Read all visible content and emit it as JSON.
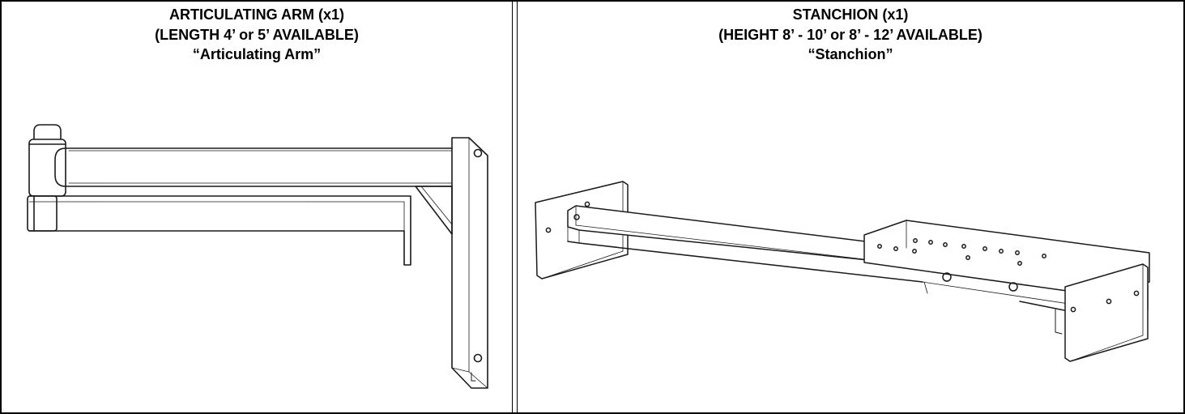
{
  "panels": [
    {
      "title": "ARTICULATING ARM (x1)",
      "subtitle": "(LENGTH 4’ or 5’ AVAILABLE)",
      "label": "“Articulating Arm”",
      "illustration_icon": "articulating-arm-drawing"
    },
    {
      "title": "STANCHION (x1)",
      "subtitle": "(HEIGHT 8’ - 10’ or 8’ - 12’ AVAILABLE)",
      "label": "“Stanchion”",
      "illustration_icon": "stanchion-drawing"
    }
  ],
  "colors": {
    "border": "#000000",
    "line_art": "#1a1a1a",
    "background": "#ffffff"
  }
}
